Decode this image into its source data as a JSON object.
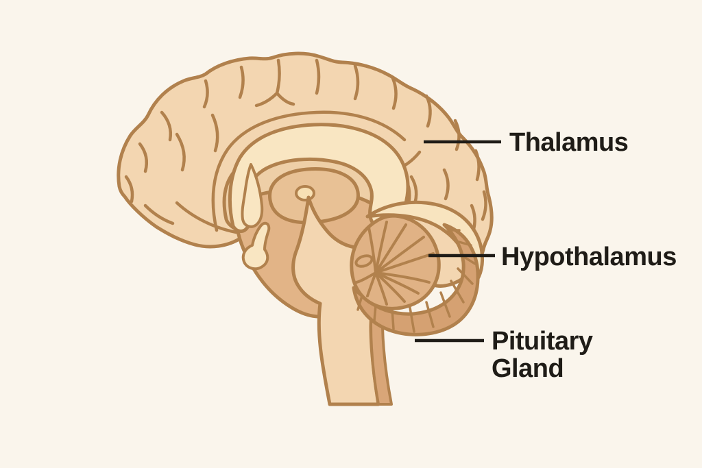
{
  "figure": {
    "description": "Sagittal cross-section diagram of the human brain with three labeled structures",
    "background_color": "#faf5ec",
    "labels": [
      {
        "id": "thalamus",
        "text": "Thalamus"
      },
      {
        "id": "hypothalamus",
        "text": "Hypothalamus"
      },
      {
        "id": "pituitary-gland",
        "text_line1": "Pituitary",
        "text_line2": "Gland"
      }
    ],
    "colors": {
      "outline_brown": "#b1814d",
      "cerebrum_fill": "#f3d6b1",
      "corpus_callosum_fill": "#f9e6c2",
      "inner_region_fill": "#eecfa7",
      "thalamus_fill": "#e8c195",
      "hypothalamus_fill": "#e2b487",
      "tentorium_fill": "#f8e4bf",
      "cerebellum_fill": "#e0b285",
      "pons_band_fill": "#d5a172",
      "brainstem_fill": "#f3d6b1",
      "brainstem_stripe_fill": "#d9a678",
      "ventricle_dot_fill": "#f7e0b4",
      "leader_line_color": "#1f1c17",
      "label_text_color": "#1f1c17"
    }
  }
}
